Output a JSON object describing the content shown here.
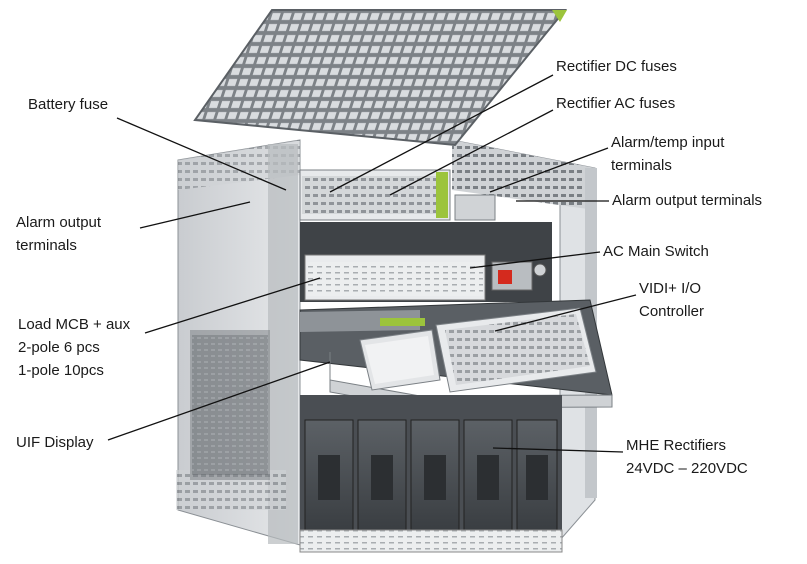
{
  "labels": {
    "battery_fuse": [
      "Battery fuse"
    ],
    "rectifier_dc_fuses": [
      "Rectifier DC fuses"
    ],
    "rectifier_ac_fuses": [
      "Rectifier AC fuses"
    ],
    "alarm_temp_input": [
      "Alarm/temp input",
      "terminals"
    ],
    "alarm_output_right": [
      "Alarm output terminals"
    ],
    "alarm_output_left": [
      "Alarm output",
      "terminals"
    ],
    "ac_main_switch": [
      "AC Main Switch"
    ],
    "vidi_controller": [
      "VIDI+ I/O",
      "Controller"
    ],
    "load_mcb": [
      "Load MCB + aux",
      "2-pole 6 pcs",
      "1-pole 10pcs"
    ],
    "uif_display": [
      "UIF Display"
    ],
    "mhe_rectifiers": [
      "MHE Rectifiers",
      "24VDC – 220VDC"
    ]
  },
  "colors": {
    "frame_light": "#d8dbde",
    "frame_mid": "#9ea3a8",
    "frame_dark": "#4a4e53",
    "panel_dark": "#2e3134",
    "accent_green": "#9cc43c",
    "switch_red": "#d42a1e",
    "leader_line": "#111111"
  }
}
